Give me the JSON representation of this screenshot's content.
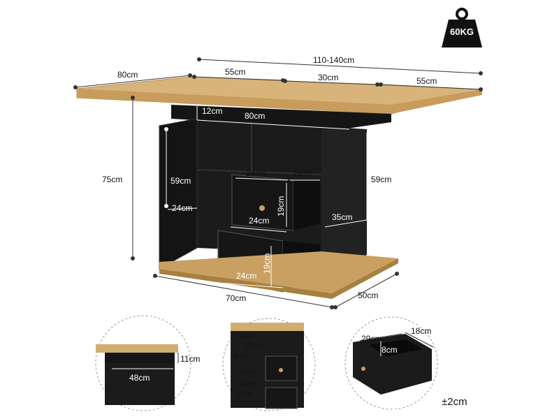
{
  "weight_badge": {
    "text": "60KG",
    "icon": "weight-icon"
  },
  "dimensions": {
    "top_total_length": "110-140cm",
    "top_depth": "80cm",
    "leaf_left": "55cm",
    "center_section": "30cm",
    "leaf_right": "55cm",
    "apron_height": "12cm",
    "base_inner_width": "80cm",
    "overall_height": "75cm",
    "door_height": "59cm",
    "door_width": "24cm",
    "drawer_front_width": "24cm",
    "drawer_depth": "19cm",
    "drawer_height_upper": "19cm",
    "drawer_width_upper": "24cm",
    "side_panel_height": "59cm",
    "side_panel_width": "35cm",
    "drawer_height_lower": "19cm",
    "drawer_width_lower": "24cm",
    "base_length": "70cm",
    "base_depth": "50cm"
  },
  "details": {
    "detail1_height": "11cm",
    "detail1_width": "48cm",
    "detail2_a": "28cm",
    "detail2_b": "24cm",
    "detail2_c": "31cm",
    "detail2_d": "29cm",
    "detail2_e": "24cm",
    "detail2_f": "31cm",
    "detail3_width": "29cm",
    "detail3_depth": "18cm",
    "detail3_height": "8cm"
  },
  "tolerance": "±2cm",
  "colors": {
    "wood": "#d2ad72",
    "wood_dark": "#b98e52",
    "black": "#151515",
    "line": "#333333"
  }
}
